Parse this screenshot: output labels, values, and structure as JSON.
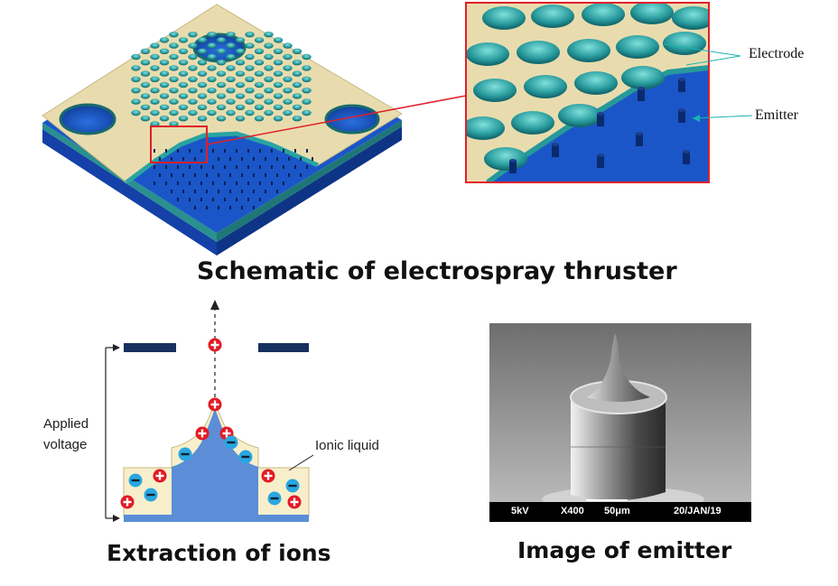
{
  "top_caption": "Schematic of electrospray thruster",
  "zoom_labels": {
    "electrode": "Electrode",
    "emitter": "Emitter"
  },
  "extraction": {
    "caption": "Extraction of ions",
    "applied_voltage_line1": "Applied",
    "applied_voltage_line2": "voltage",
    "ionic_liquid": "Ionic liquid"
  },
  "emitter_image": {
    "caption": "Image of emitter",
    "sem_voltage": "5kV",
    "sem_magnification": "X400",
    "sem_scale": "50μm",
    "sem_date": "20/JAN/19"
  },
  "colors": {
    "substrate_blue": "#1a56c8",
    "electrode_gold": "#e8dcae",
    "cone_teal": "#2fa3a5",
    "zoom_frame": "#e0202a",
    "electrode_bar": "#17305e",
    "liquid_cream": "#f7efcc",
    "emitter_blue": "#5b8ed6",
    "positive_ion": "#e21a25",
    "negative_ion": "#2aa7e0"
  }
}
